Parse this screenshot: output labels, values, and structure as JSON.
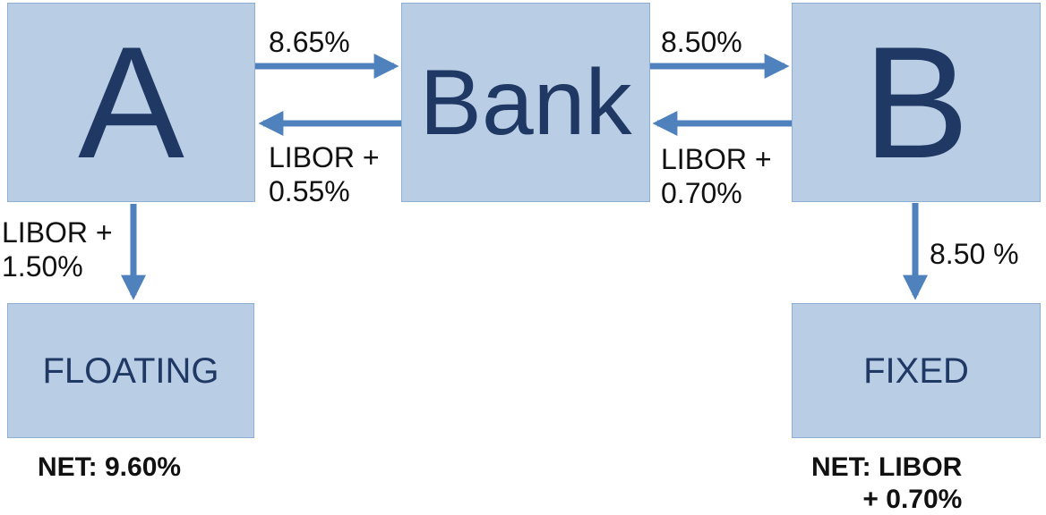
{
  "nodes": {
    "a": {
      "label": "A"
    },
    "bank": {
      "label": "Bank"
    },
    "b": {
      "label": "B"
    },
    "floating": {
      "label": "FLOATING"
    },
    "fixed": {
      "label": "FIXED"
    }
  },
  "edges": {
    "a_to_bank": {
      "label": "8.65%"
    },
    "bank_to_a": {
      "line1": "LIBOR +",
      "line2": "0.55%"
    },
    "bank_to_b": {
      "label": "8.50%"
    },
    "b_to_bank": {
      "line1": "LIBOR +",
      "line2": "0.70%"
    },
    "a_to_floating": {
      "line1": "LIBOR +",
      "line2": "1.50%"
    },
    "b_to_fixed": {
      "label": "8.50 %"
    }
  },
  "net": {
    "left": "NET: 9.60%",
    "right_line1": "NET: LIBOR",
    "right_line2": "+ 0.70%"
  },
  "colors": {
    "box_fill": "#b9cde5",
    "box_border": "#8eaed3",
    "box_text": "#1f3864",
    "arrow": "#4f81bd",
    "label_text": "#111111"
  }
}
